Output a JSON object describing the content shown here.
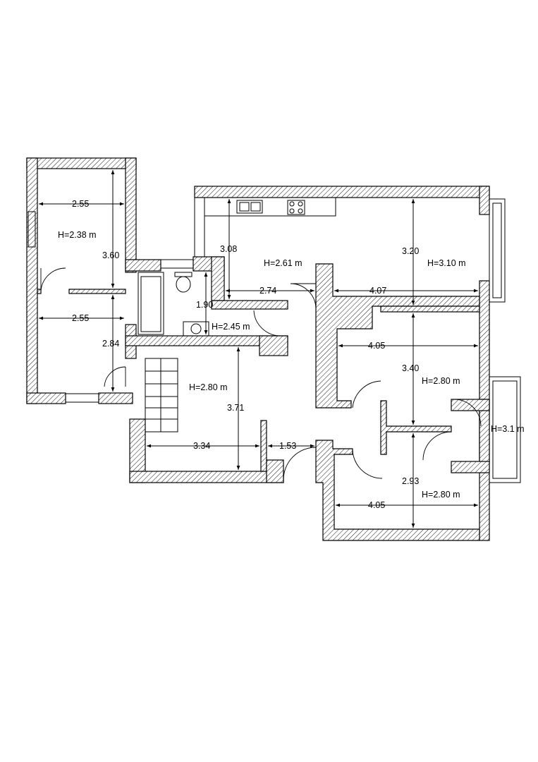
{
  "dimensions": {
    "room1_width": "2.55",
    "room1_depth": "3.60",
    "room2_width": "2.55",
    "room2_depth": "2.84",
    "kitchen_depth": "3.08",
    "kitchen_width": "2.74",
    "bath_depth": "1.90",
    "living_depth": "3.20",
    "living_width": "4.07",
    "bed1_width": "4.05",
    "bed1_depth": "3.40",
    "hall_depth": "3.71",
    "hall_width": "3.34",
    "corridor_width": "1.53",
    "bed2_depth": "2.93",
    "bed2_width": "4.05"
  },
  "heights": {
    "room1": "H=2.38 m",
    "kitchen": "H=2.61 m",
    "living": "H=3.10 m",
    "bath": "H=2.45 m",
    "hall": "H=2.80 m",
    "bed1": "H=2.80 m",
    "balcony": "H=3.1 m",
    "bed2": "H=2.80 m"
  }
}
